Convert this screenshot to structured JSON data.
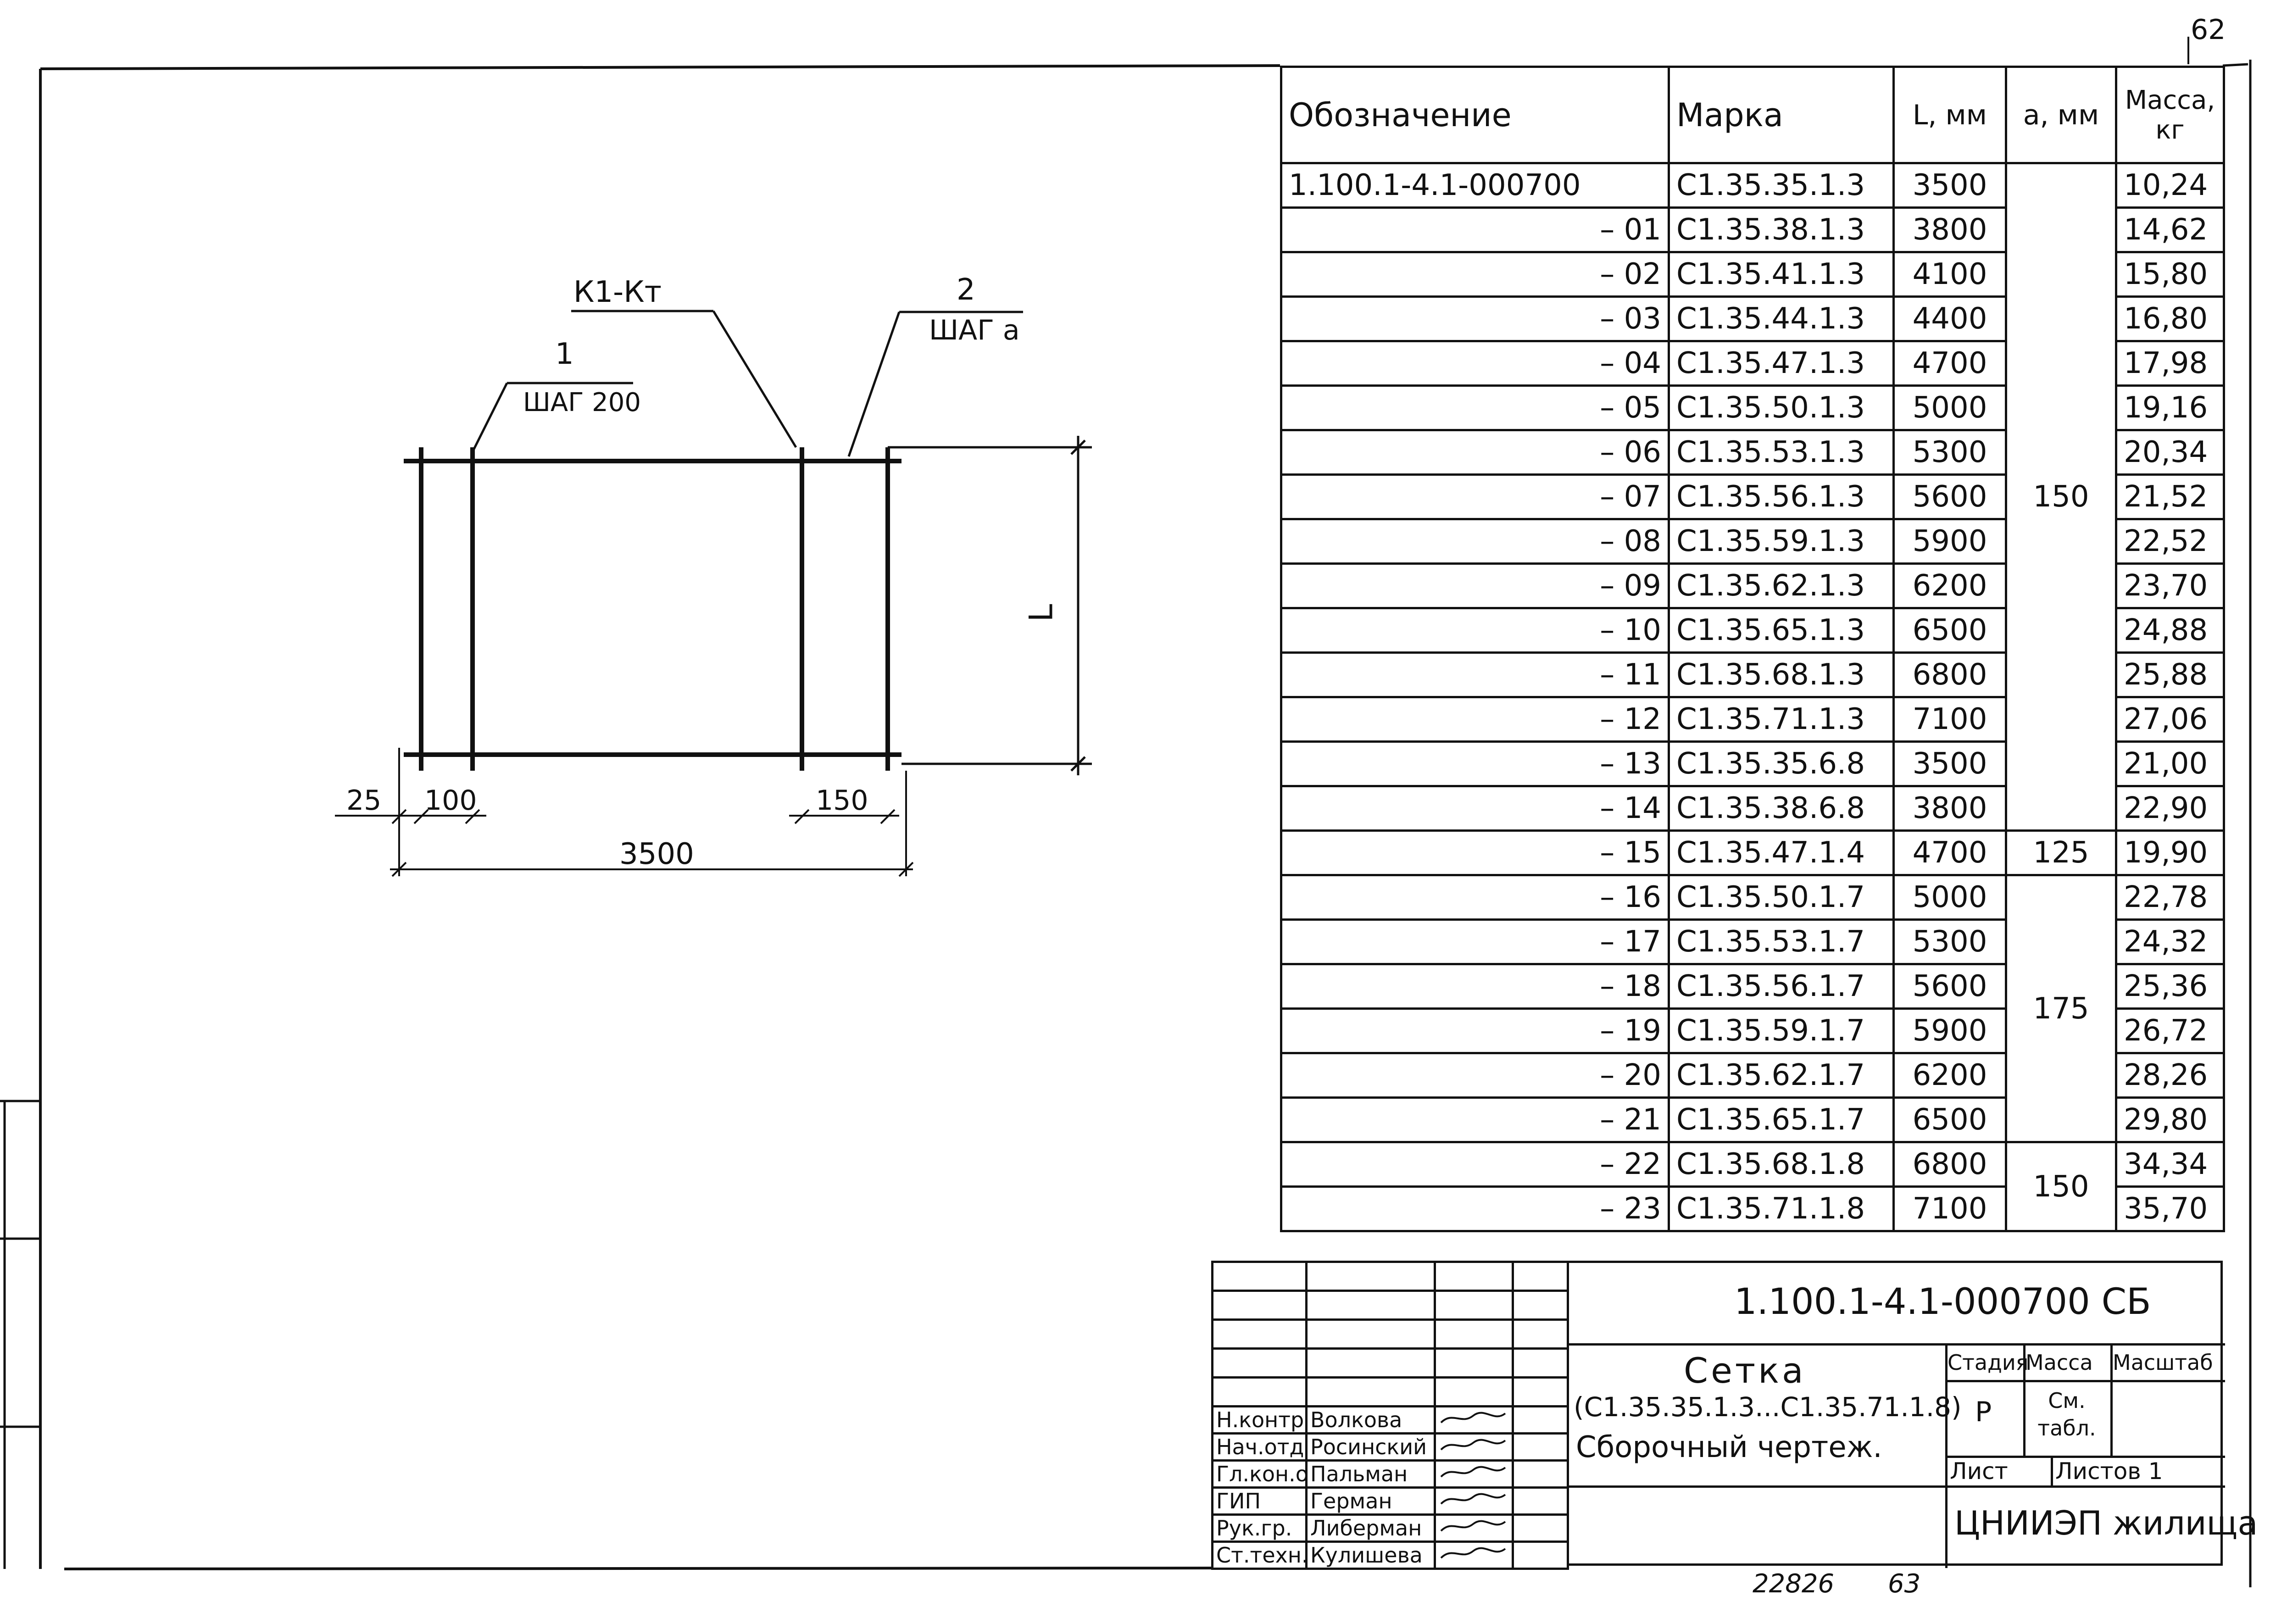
{
  "sheet_number": "62",
  "drawing": {
    "callout_1": {
      "num": "1",
      "text": "ШАГ 200"
    },
    "callout_weld": "К1-Кт",
    "callout_2": {
      "num": "2",
      "text": "ШАГ a"
    },
    "dim_L": "L",
    "dim_25": "25",
    "dim_100": "100",
    "dim_150": "150",
    "dim_3500": "3500"
  },
  "spec_table": {
    "headers": [
      "Обозначение",
      "Марка",
      "L, мм",
      "a, мм",
      "Масса, кг"
    ],
    "rows": [
      {
        "oboz": "1.100.1-4.1-000700",
        "marka": "С1.35.35.1.3",
        "L": "3500",
        "mass": "10,24"
      },
      {
        "oboz": "– 01",
        "marka": "С1.35.38.1.3",
        "L": "3800",
        "mass": "14,62"
      },
      {
        "oboz": "– 02",
        "marka": "С1.35.41.1.3",
        "L": "4100",
        "mass": "15,80"
      },
      {
        "oboz": "– 03",
        "marka": "С1.35.44.1.3",
        "L": "4400",
        "mass": "16,80"
      },
      {
        "oboz": "– 04",
        "marka": "С1.35.47.1.3",
        "L": "4700",
        "mass": "17,98"
      },
      {
        "oboz": "– 05",
        "marka": "С1.35.50.1.3",
        "L": "5000",
        "mass": "19,16"
      },
      {
        "oboz": "– 06",
        "marka": "С1.35.53.1.3",
        "L": "5300",
        "mass": "20,34"
      },
      {
        "oboz": "– 07",
        "marka": "С1.35.56.1.3",
        "L": "5600",
        "mass": "21,52"
      },
      {
        "oboz": "– 08",
        "marka": "С1.35.59.1.3",
        "L": "5900",
        "mass": "22,52"
      },
      {
        "oboz": "– 09",
        "marka": "С1.35.62.1.3",
        "L": "6200",
        "mass": "23,70"
      },
      {
        "oboz": "– 10",
        "marka": "С1.35.65.1.3",
        "L": "6500",
        "mass": "24,88"
      },
      {
        "oboz": "– 11",
        "marka": "С1.35.68.1.3",
        "L": "6800",
        "mass": "25,88"
      },
      {
        "oboz": "– 12",
        "marka": "С1.35.71.1.3",
        "L": "7100",
        "mass": "27,06"
      },
      {
        "oboz": "– 13",
        "marka": "С1.35.35.6.8",
        "L": "3500",
        "mass": "21,00"
      },
      {
        "oboz": "– 14",
        "marka": "С1.35.38.6.8",
        "L": "3800",
        "mass": "22,90"
      },
      {
        "oboz": "– 15",
        "marka": "С1.35.47.1.4",
        "L": "4700",
        "mass": "19,90"
      },
      {
        "oboz": "– 16",
        "marka": "С1.35.50.1.7",
        "L": "5000",
        "mass": "22,78"
      },
      {
        "oboz": "– 17",
        "marka": "С1.35.53.1.7",
        "L": "5300",
        "mass": "24,32"
      },
      {
        "oboz": "– 18",
        "marka": "С1.35.56.1.7",
        "L": "5600",
        "mass": "25,36"
      },
      {
        "oboz": "– 19",
        "marka": "С1.35.59.1.7",
        "L": "5900",
        "mass": "26,72"
      },
      {
        "oboz": "– 20",
        "marka": "С1.35.62.1.7",
        "L": "6200",
        "mass": "28,26"
      },
      {
        "oboz": "– 21",
        "marka": "С1.35.65.1.7",
        "L": "6500",
        "mass": "29,80"
      },
      {
        "oboz": "– 22",
        "marka": "С1.35.68.1.8",
        "L": "6800",
        "mass": "34,34"
      },
      {
        "oboz": "– 23",
        "marka": "С1.35.71.1.8",
        "L": "7100",
        "mass": "35,70"
      }
    ],
    "a_groups": [
      "150",
      "125",
      "175",
      "150"
    ]
  },
  "title_block": {
    "designation": "1.100.1-4.1-000700 СБ",
    "title_line1": "Сетка",
    "title_line2": "(С1.35.35.1.3...С1.35.71.1.8)",
    "title_line3": "Сборочный чертеж.",
    "stage_header": "Стадия",
    "mass_header": "Масса",
    "scale_header": "Масштаб",
    "stage_value": "Р",
    "mass_value": "См. табл.",
    "sheet_label": "Лист",
    "sheets_label": "Листов 1",
    "organization": "ЦНИИЭП жилища",
    "signatures": [
      {
        "role": "Н.контр.",
        "name": "Волкова"
      },
      {
        "role": "Нач.отд.",
        "name": "Росинский"
      },
      {
        "role": "Гл.кон.отд.",
        "name": "Пальман"
      },
      {
        "role": "ГИП",
        "name": "Герман"
      },
      {
        "role": "Рук.гр.",
        "name": "Либерман"
      },
      {
        "role": "Ст.техн.",
        "name": "Кулишева"
      }
    ]
  },
  "footer": {
    "left": "22826",
    "right": "63"
  }
}
